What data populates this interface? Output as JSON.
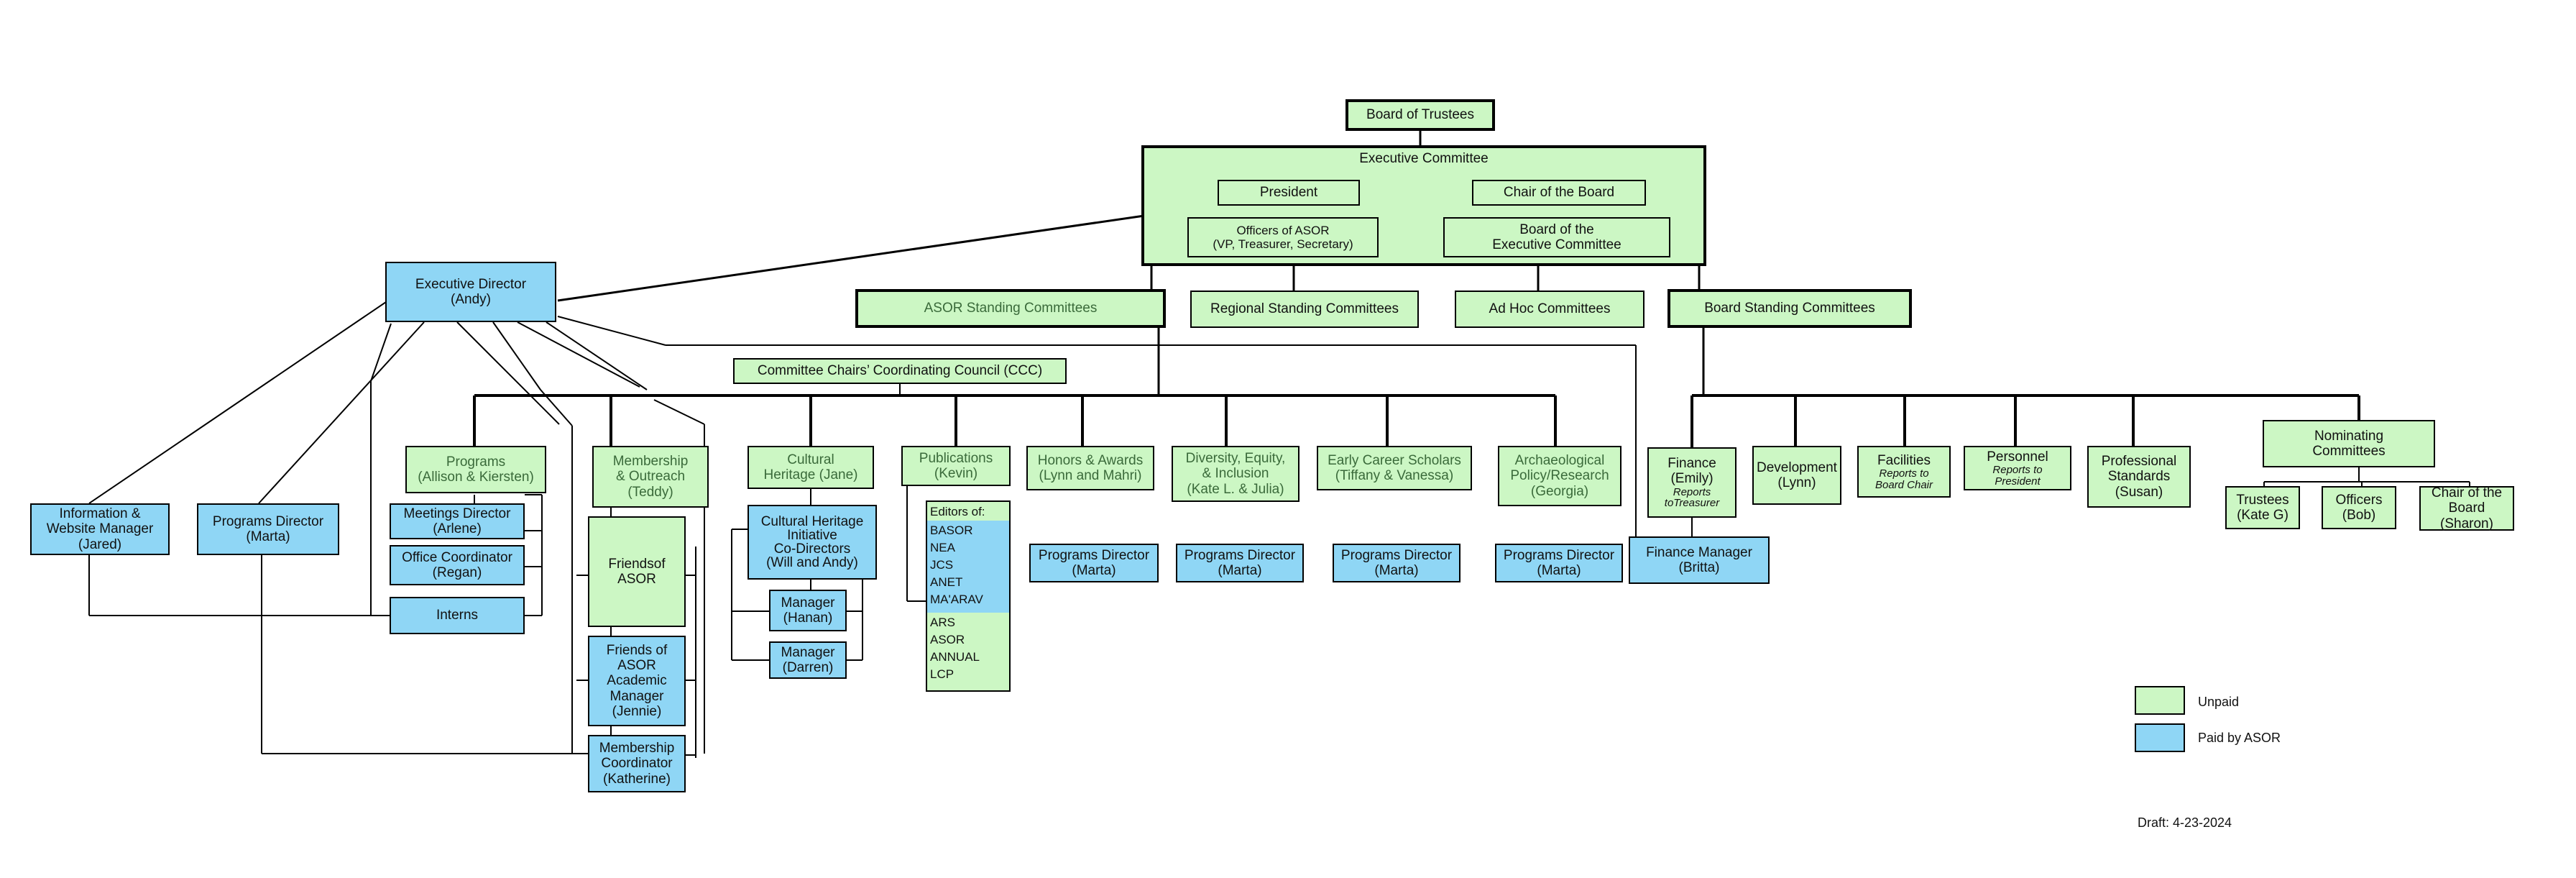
{
  "top": {
    "board_of_trustees": "Board of Trustees",
    "executive_committee": "Executive Committee",
    "president": "President",
    "chair_of_board": "Chair of the Board",
    "officers": [
      "Officers of ASOR",
      "(VP, Treasurer, Secretary)"
    ],
    "board_exec": [
      "Board of the",
      "Executive Committee"
    ]
  },
  "standing": {
    "asor": "ASOR Standing Committees",
    "regional": "Regional Standing Committees",
    "adhoc": "Ad Hoc Committees",
    "board": "Board Standing Committees"
  },
  "exec_director": [
    "Executive Director",
    "(Andy)"
  ],
  "ccc": "Committee Chairs’ Coordinating Council (CCC)",
  "staff": {
    "info_web": [
      "Information &",
      "Website Manager",
      "(Jared)"
    ],
    "programs_director_left": [
      "Programs Director",
      "(Marta)"
    ],
    "meetings_director": [
      "Meetings Director",
      "(Arlene)"
    ],
    "office_coordinator": [
      "Office Coordinator",
      "(Regan)"
    ],
    "interns": "Interns"
  },
  "committees": {
    "programs": [
      "Programs",
      "(Allison & Kiersten)"
    ],
    "membership": [
      "Membership",
      "& Outreach",
      "(Teddy)"
    ],
    "cultural": [
      "Cultural",
      "Heritage (Jane)"
    ],
    "publications": [
      "Publications",
      "(Kevin)"
    ],
    "honors": [
      "Honors & Awards",
      "(Lynn and Mahri)"
    ],
    "diversity": [
      "Diversity, Equity,",
      "& Inclusion",
      "(Kate L. & Julia)"
    ],
    "early_career": [
      "Early Career Scholars",
      "(Tiffany & Vanessa)"
    ],
    "archaeological": [
      "Archaeological",
      "Policy/Research",
      "(Georgia)"
    ]
  },
  "membership_sub": {
    "friends": [
      "Friendsof",
      "ASOR"
    ],
    "friends_academic": [
      "Friends of",
      "ASOR",
      "Academic",
      "Manager",
      "(Jennie)"
    ],
    "membership_coord": [
      "Membership",
      "Coordinator",
      "(Katherine)"
    ]
  },
  "cultural_sub": {
    "chi": [
      "Cultural Heritage",
      "Initiative",
      "Co-Directors",
      "(Will and Andy)"
    ],
    "manager_hanan": [
      "Manager",
      "(Hanan)"
    ],
    "manager_darren": [
      "Manager",
      "(Darren)"
    ]
  },
  "editors": {
    "title": "Editors of:",
    "paid": [
      "BASOR",
      "NEA",
      "JCS",
      "ANET",
      "MA'ARAV"
    ],
    "unpaid": [
      "ARS",
      "ASOR",
      "ANNUAL",
      "LCP"
    ]
  },
  "programs_directors": [
    [
      "Programs Director",
      "(Marta)"
    ],
    [
      "Programs Director",
      "(Marta)"
    ],
    [
      "Programs Director",
      "(Marta)"
    ],
    [
      "Programs Director",
      "(Marta)"
    ]
  ],
  "board_committees": {
    "finance": [
      "Finance",
      "(Emily)"
    ],
    "finance_note": [
      "Reports",
      "toTreasurer"
    ],
    "development": [
      "Development",
      "(Lynn)"
    ],
    "facilities": "Facilities",
    "facilities_note": [
      "Reports to",
      "Board Chair"
    ],
    "personnel": "Personnel",
    "personnel_note": [
      "Reports to",
      "President"
    ],
    "professional": [
      "Professional",
      "Standards",
      "(Susan)"
    ],
    "nominating": [
      "Nominating",
      "Committees"
    ],
    "trustees": [
      "Trustees",
      "(Kate G)"
    ],
    "officers": [
      "Officers",
      "(Bob)"
    ],
    "chair_board": [
      "Chair of the",
      "Board",
      "(Sharon)"
    ],
    "finance_manager": [
      "Finance Manager",
      "(Britta)"
    ]
  },
  "legend": {
    "unpaid": "Unpaid",
    "paid": "Paid by ASOR"
  },
  "colors": {
    "unpaid": "#ccf7c4",
    "paid": "#8fd6f5",
    "line": "#000000"
  },
  "draft": "Draft: 4-23-2024"
}
